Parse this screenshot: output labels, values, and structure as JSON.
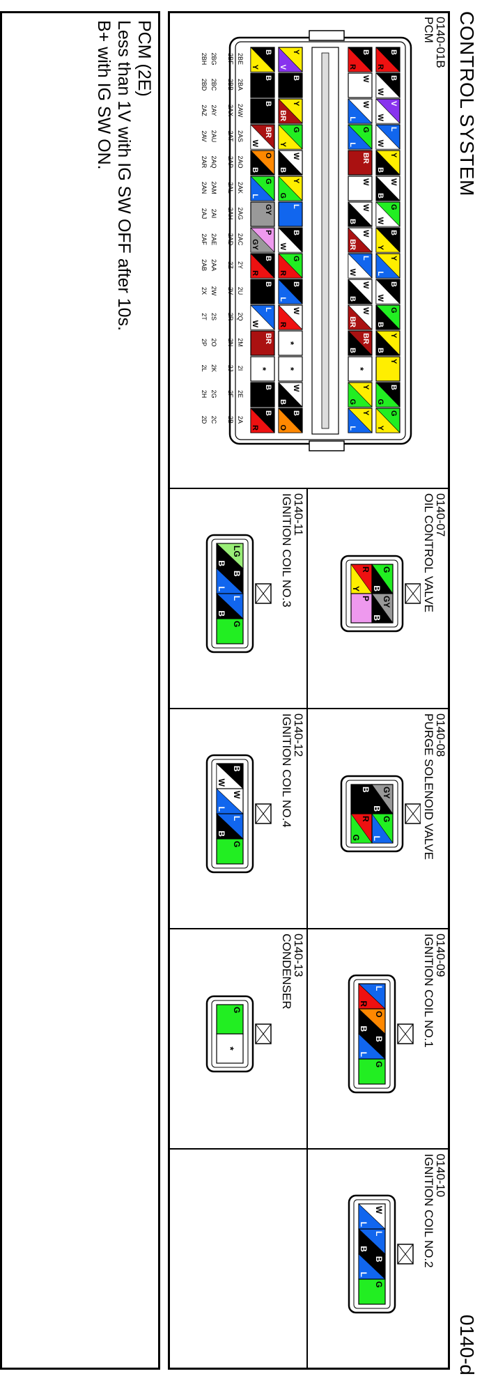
{
  "header": {
    "title": "CONTROL SYSTEM",
    "page_code": "0140-d"
  },
  "colors": {
    "B": "#000000",
    "W": "#ffffff",
    "R": "#ee1111",
    "Y": "#ffee00",
    "G": "#22ee22",
    "L": "#1166ee",
    "V": "#8833ee",
    "BR": "#aa1111",
    "O": "#ff8800",
    "GY": "#999999",
    "P": "#ee99ee",
    "LG": "#99ee77"
  },
  "pcm": {
    "code": "0140-01B",
    "name": "PCM",
    "pin_labels": {
      "row1": [
        "2BE",
        "2BA",
        "2AW",
        "2AS",
        "2AO",
        "2AK",
        "2AG",
        "2AC",
        "2Y",
        "2U",
        "2Q",
        "2M",
        "2I",
        "2E",
        "2A"
      ],
      "row2": [
        "2BF",
        "2BB",
        "2AX",
        "2AT",
        "2AP",
        "2AL",
        "2AH",
        "2AD",
        "2Z",
        "2V",
        "2R",
        "2N",
        "2J",
        "2F",
        "2B"
      ],
      "row3": [
        "2BG",
        "2BC",
        "2AY",
        "2AU",
        "2AQ",
        "2AM",
        "2AI",
        "2AE",
        "2AA",
        "2W",
        "2S",
        "2O",
        "2K",
        "2G",
        "2C"
      ],
      "row4": [
        "2BH",
        "2BD",
        "2AZ",
        "2AV",
        "2AR",
        "2AN",
        "2AJ",
        "2AF",
        "2AB",
        "2X",
        "2T",
        "2P",
        "2L",
        "2H",
        "2D"
      ]
    },
    "rows": [
      [
        "B/R",
        "B/W",
        "V/W",
        "L/W",
        "Y/B",
        "W/B",
        "G/W",
        "B/Y",
        "Y/L",
        "B/W",
        "G/B",
        "Y/B",
        "Y",
        "B/G",
        "G/Y"
      ],
      [
        "B/R",
        "W",
        "W/L",
        "G/L",
        "BR",
        "W",
        "W/B",
        "W/BR",
        "L/W",
        "W/B",
        "W/BR",
        "BR/B",
        "*",
        "Y/G",
        "Y/L"
      ],
      [
        "Y/V",
        "B",
        "Y/BR",
        "G/Y",
        "W/B",
        "Y/G",
        "L",
        "B/W",
        "G/R",
        "B/L",
        "W/R",
        "*",
        "*",
        "W/B",
        "B/O"
      ],
      [
        "B/Y",
        "B",
        "B",
        "BR/W",
        "O/B",
        "G/L",
        "GY",
        "P/GY",
        "B/R",
        "B",
        "L/W",
        "BR",
        "*",
        "B",
        "B/R"
      ]
    ]
  },
  "connectors": [
    {
      "code": "0140-07",
      "name": "OIL CONTROL VALVE",
      "pins": [
        [
          "G/B",
          "GY/B"
        ],
        [
          "R/Y",
          "P"
        ]
      ]
    },
    {
      "code": "0140-08",
      "name": "PURGE SOLENOID VALVE",
      "pins": [
        [
          "GY/B",
          "G/L"
        ],
        [
          "B",
          "R/G"
        ]
      ]
    },
    {
      "code": "0140-09",
      "name": "IGNITION COIL NO.1",
      "pins": [
        [
          "L/R",
          "O/B",
          "B/L",
          "G"
        ]
      ]
    },
    {
      "code": "0140-10",
      "name": "IGNITION COIL NO.2",
      "pins": [
        [
          "W/L",
          "L/B",
          "B/L",
          "G"
        ]
      ]
    },
    {
      "code": "0140-11",
      "name": "IGNITION COIL NO.3",
      "pins": [
        [
          "LG/B",
          "B/L",
          "L/B",
          "G"
        ]
      ]
    },
    {
      "code": "0140-12",
      "name": "IGNITION COIL NO.4",
      "pins": [
        [
          "B/W",
          "W/L",
          "L/B",
          "G"
        ]
      ]
    },
    {
      "code": "0140-13",
      "name": "CONDENSER",
      "pins": [
        [
          "G",
          "*"
        ]
      ]
    },
    {
      "code": "",
      "name": "",
      "pins": []
    }
  ],
  "note": {
    "lines": [
      "PCM (2E)",
      "Less than 1V with IG SW OFF after 10s.",
      "B+ with IG SW ON."
    ]
  }
}
